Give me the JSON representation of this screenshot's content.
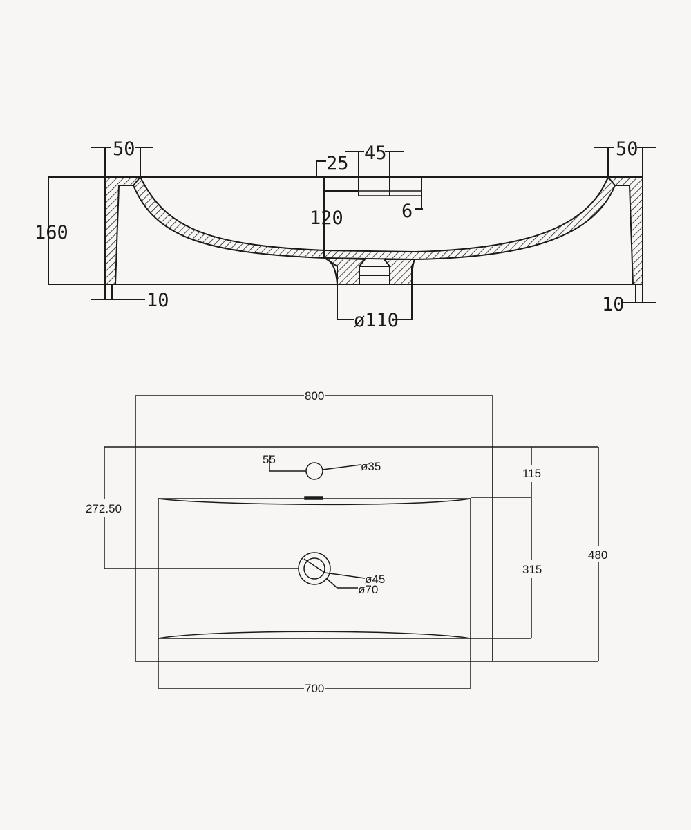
{
  "colors": {
    "background": "#f7f6f4",
    "line": "#1a1a1a"
  },
  "section_view": {
    "dims": {
      "left_rim_width": "50",
      "right_rim_width": "50",
      "tap_offset": "25",
      "tap_width": "45",
      "tap_thickness": "6",
      "inner_depth": "120",
      "total_height": "160",
      "left_wall": "10",
      "right_wall": "10",
      "waste_diameter": "ø110"
    }
  },
  "plan_view": {
    "dims": {
      "overall_width": "800",
      "bowl_width": "700",
      "overall_depth": "480",
      "tap_to_bowl": "115",
      "bowl_depth": "315",
      "waste_from_back": "272.50",
      "tap_from_back": "55",
      "tap_hole": "ø35",
      "waste_inner": "ø45",
      "waste_outer": "ø70"
    }
  }
}
